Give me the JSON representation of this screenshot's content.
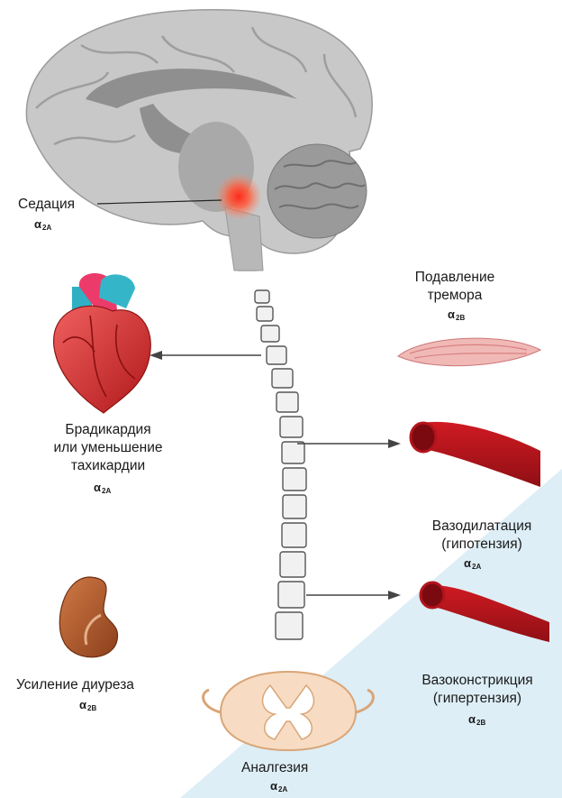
{
  "labels": {
    "sedation": "Седация",
    "tremor": [
      "Подавление",
      "тремора"
    ],
    "brady": [
      "Брадикардия",
      "или уменьшение",
      "тахикардии"
    ],
    "vasodilation": [
      "Вазодилатация",
      "(гипотензия)"
    ],
    "diuresis": "Усиление диуреза",
    "vasoconstriction": [
      "Вазоконстрикция",
      "(гипертензия)"
    ],
    "analgesia": "Аналгезия"
  },
  "receptors": {
    "sedation": {
      "alpha": "α",
      "sub": "2A"
    },
    "tremor": {
      "alpha": "α",
      "sub": "2B"
    },
    "brady": {
      "alpha": "α",
      "sub": "2A"
    },
    "vasodilation": {
      "alpha": "α",
      "sub": "2A"
    },
    "diuresis": {
      "alpha": "α",
      "sub": "2B"
    },
    "vasoconstriction": {
      "alpha": "α",
      "sub": "2B"
    },
    "analgesia": {
      "alpha": "α",
      "sub": "2A"
    }
  },
  "colors": {
    "brain": "#bdbdbd",
    "brain_dark": "#8f8f8f",
    "sedation_glow": "#ff3b2e",
    "heart": "#d8232a",
    "heart_vessels": "#35b6c8",
    "vessel": "#b3141c",
    "kidney": "#a9552a",
    "cord": "#f2c9a4",
    "background_tint": "#d9ecf5"
  }
}
